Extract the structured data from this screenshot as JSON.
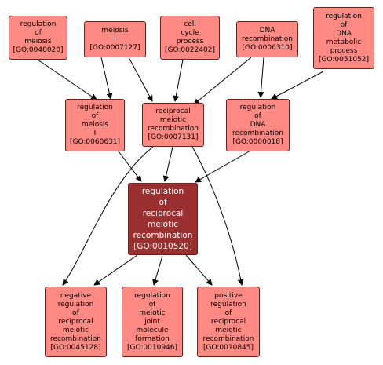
{
  "nodes": {
    "n40020": {
      "lines": [
        "regulation",
        "of",
        "meiosis",
        "[GO:0040020]"
      ]
    },
    "n7127": {
      "lines": [
        "meiosis",
        "I",
        "[GO:0007127]"
      ]
    },
    "n22402": {
      "lines": [
        "cell",
        "cycle",
        "process",
        "[GO:0022402]"
      ]
    },
    "n6310": {
      "lines": [
        "DNA",
        "recombination",
        "[GO:0006310]"
      ]
    },
    "n51052": {
      "lines": [
        "regulation",
        "of",
        "DNA",
        "metabolic",
        "process",
        "[GO:0051052]"
      ]
    },
    "n60631": {
      "lines": [
        "regulation",
        "of",
        "meiosis",
        "I",
        "[GO:0060631]"
      ]
    },
    "n7131": {
      "lines": [
        "reciprocal",
        "meiotic",
        "recombination",
        "[GO:0007131]"
      ]
    },
    "n18": {
      "lines": [
        "regulation",
        "of",
        "DNA",
        "recombination",
        "[GO:0000018]"
      ]
    },
    "n10520": {
      "lines": [
        "regulation",
        "of",
        "reciprocal",
        "meiotic",
        "recombination",
        "[GO:0010520]"
      ]
    },
    "n45128": {
      "lines": [
        "negative",
        "regulation",
        "of",
        "reciprocal",
        "meiotic",
        "recombination",
        "[GO:0045128]"
      ]
    },
    "n10946": {
      "lines": [
        "regulation",
        "of",
        "meiotic",
        "joint",
        "molecule",
        "formation",
        "[GO:0010946]"
      ]
    },
    "n10845": {
      "lines": [
        "positive",
        "regulation",
        "of",
        "reciprocal",
        "meiotic",
        "recombination",
        "[GO:0010845]"
      ]
    }
  },
  "colors": {
    "node_fill": "#ff8a84",
    "focus_fill": "#9a2f2f",
    "border": "#6b1f1f",
    "edge": "#000000"
  }
}
